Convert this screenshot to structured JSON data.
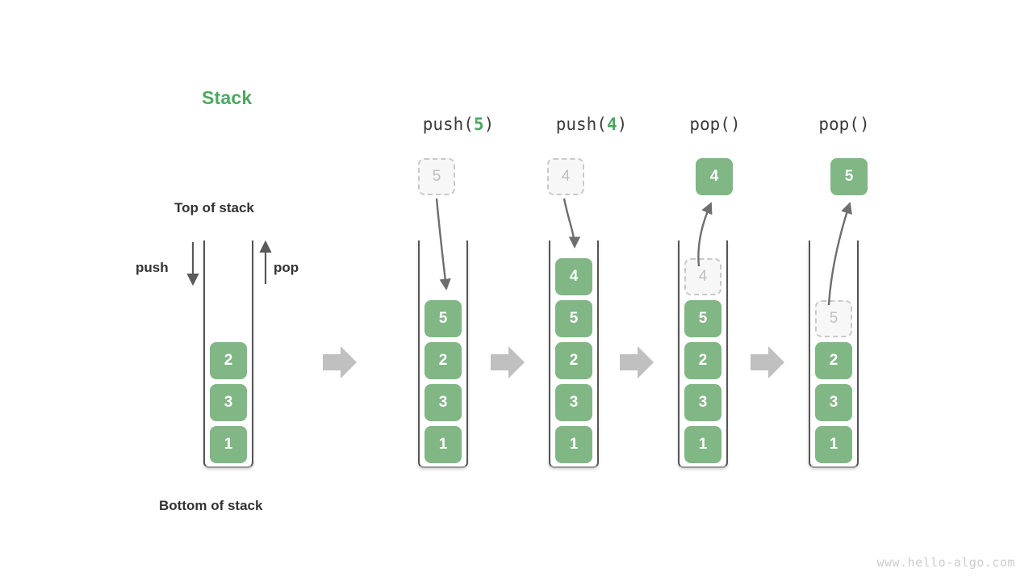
{
  "title": "Stack",
  "labels": {
    "top_of_stack": "Top of stack",
    "bottom_of_stack": "Bottom of stack",
    "push": "push",
    "pop": "pop"
  },
  "colors": {
    "element_green": "#81B685",
    "title_green": "#4CA860",
    "ghost_fill": "#f7f7f7",
    "ghost_border": "#c9c9c9",
    "arrow_gray": "#6e6e6e",
    "flow_arrow_gray": "#c0c0c0",
    "wall_gray": "#555555",
    "text_dark": "#333333"
  },
  "watermark": "www.hello-algo.com",
  "chart_data": {
    "type": "diagram",
    "title": "Stack",
    "description": "Stack push and pop operations shown as a left-to-right sequence of states",
    "initial_state": {
      "label": "",
      "elements_bottom_to_top": [
        "1",
        "3",
        "2"
      ],
      "top": "2",
      "bottom": "1"
    },
    "steps": [
      {
        "operation": "push",
        "label_prefix": "push(",
        "argument": "5",
        "label_suffix": ")",
        "floating_value": "5",
        "floating_style": "ghost",
        "floating_position": "above",
        "arrow_direction": "down-into-stack",
        "elements_bottom_to_top": [
          "1",
          "3",
          "2",
          "5"
        ],
        "ghost_in_stack": null
      },
      {
        "operation": "push",
        "label_prefix": "push(",
        "argument": "4",
        "label_suffix": ")",
        "floating_value": "4",
        "floating_style": "ghost",
        "floating_position": "above",
        "arrow_direction": "down-into-stack",
        "elements_bottom_to_top": [
          "1",
          "3",
          "2",
          "5",
          "4"
        ],
        "ghost_in_stack": null
      },
      {
        "operation": "pop",
        "label_prefix": "pop(",
        "argument": "",
        "label_suffix": ")",
        "floating_value": "4",
        "floating_style": "filled",
        "floating_position": "above",
        "arrow_direction": "up-out-of-stack",
        "elements_bottom_to_top": [
          "1",
          "3",
          "2",
          "5"
        ],
        "ghost_in_stack": "4"
      },
      {
        "operation": "pop",
        "label_prefix": "pop(",
        "argument": "",
        "label_suffix": ")",
        "floating_value": "5",
        "floating_style": "filled",
        "floating_position": "above",
        "arrow_direction": "up-out-of-stack",
        "elements_bottom_to_top": [
          "1",
          "3",
          "2"
        ],
        "ghost_in_stack": "5"
      }
    ],
    "flow_arrow_count": 4,
    "op_labels": [
      "push(5)",
      "push(4)",
      "pop()",
      "pop()"
    ]
  }
}
